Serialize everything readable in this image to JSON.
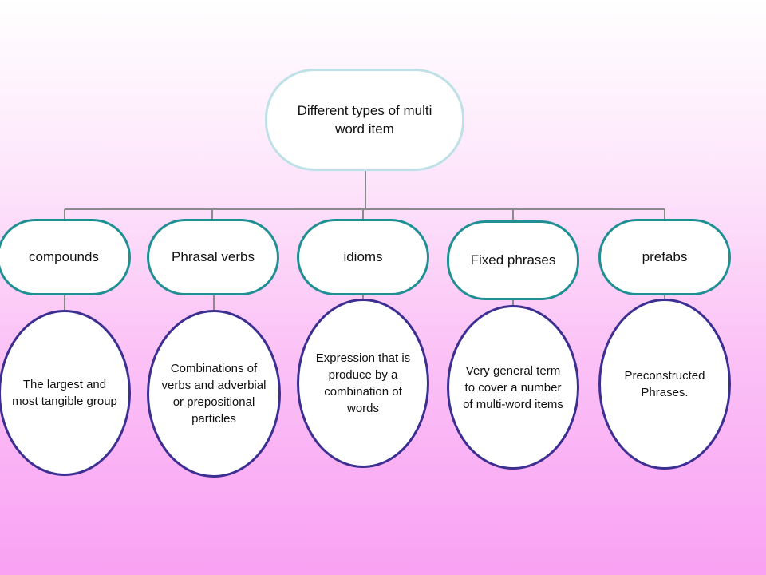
{
  "root": {
    "label": "Different types of multi word item"
  },
  "categories": [
    {
      "label": "compounds",
      "description": "The largest and most tangible group"
    },
    {
      "label": "Phrasal verbs",
      "description": "Combinations of verbs and adverbial or prepositional particles"
    },
    {
      "label": "idioms",
      "description": "Expression that is produce by a combination of words"
    },
    {
      "label": "Fixed phrases",
      "description": "Very general term to cover a number of multi-word items"
    },
    {
      "label": "prefabs",
      "description": "Preconstructed Phrases."
    }
  ],
  "colors": {
    "root_border": "#bfe0e6",
    "category_border": "#1f8f93",
    "description_border": "#3b2f92",
    "connector": "#8a8a8a"
  }
}
